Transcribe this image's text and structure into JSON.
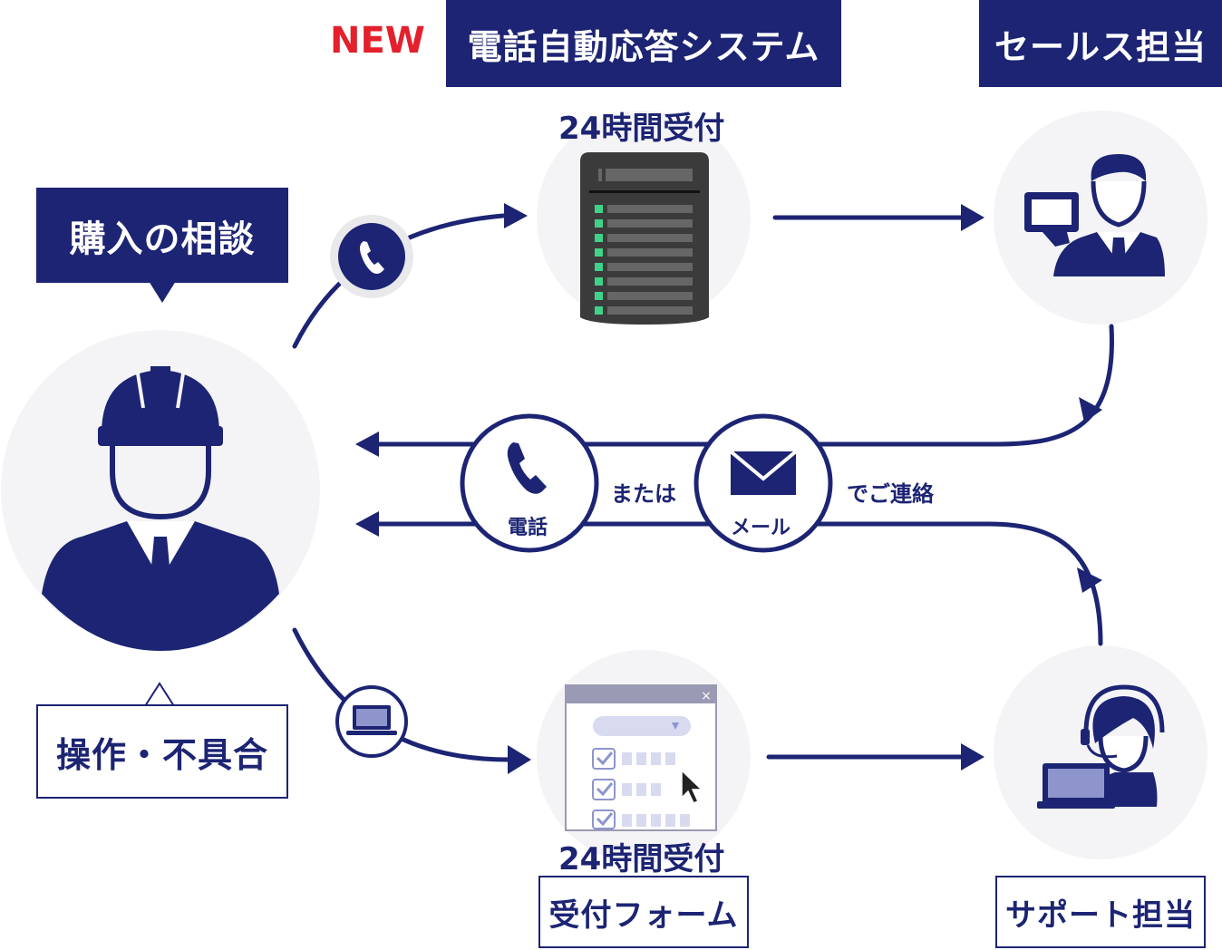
{
  "header": {
    "new_badge": "NEW",
    "auto_answer_title": "電話自動応答システム",
    "sales_title": "セールス担当"
  },
  "customer": {
    "purchase_label": "購入の相談",
    "operation_label": "操作・不具合"
  },
  "phone_system": {
    "hours_label": "24時間受付"
  },
  "form": {
    "hours_label": "24時間受付",
    "title": "受付フォーム"
  },
  "support": {
    "title": "サポート担当"
  },
  "contact": {
    "phone_label": "電話",
    "or_label": "または",
    "mail_label": "メール",
    "suffix_label": "でご連絡"
  },
  "colors": {
    "navy": "#1c2473",
    "red": "#e3202c",
    "circle_bg": "#f4f4f6",
    "indicator_green": "#3fd28a",
    "server_dark": "#3b3b3b"
  },
  "icons": {
    "customer": "worker-helmet-icon",
    "phone": "phone-icon",
    "laptop": "laptop-icon",
    "mail": "mail-icon",
    "server": "server-rack-icon",
    "sales": "salesperson-tablet-icon",
    "support": "operator-headset-icon",
    "form": "web-form-icon"
  }
}
